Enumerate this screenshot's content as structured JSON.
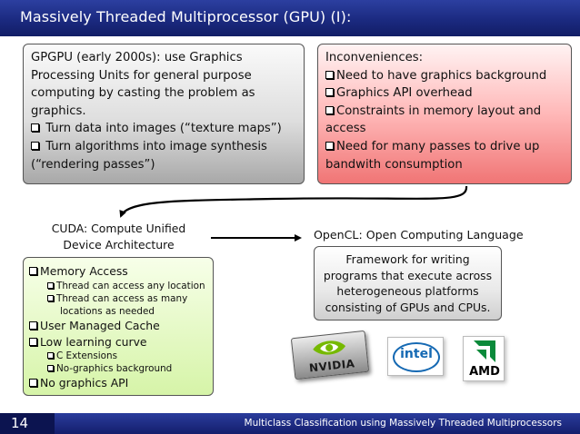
{
  "slide": {
    "title": "Massively Threaded Multiprocessor (GPU) (I):",
    "gpgpu_box": {
      "intro": "GPGPU (early 2000s): use Graphics Processing Units for general purpose computing by casting the problem as graphics.",
      "bullets": [
        "Turn data into images (“texture maps”)",
        "Turn algorithms into image synthesis (“rendering passes”)"
      ]
    },
    "inconveniences_box": {
      "heading": "Inconveniences:",
      "bullets": [
        "Need to have graphics background",
        "Graphics API overhead",
        "Constraints in memory layout and access",
        "Need for many passes to drive up bandwith consumption"
      ]
    },
    "cuda": {
      "label_line1": "CUDA: Compute Unified",
      "label_line2": "Device Architecture",
      "items": [
        {
          "text": "Memory Access",
          "sub": [
            "Thread can access any location",
            "Thread can access as many",
            "locations as needed"
          ]
        },
        {
          "text": "User Managed Cache",
          "sub": []
        },
        {
          "text": "Low learning curve",
          "sub": [
            "C Extensions",
            "No-graphics background"
          ]
        },
        {
          "text": "No graphics API",
          "sub": []
        }
      ]
    },
    "opencl": {
      "label": "OpenCL: Open Computing Language",
      "description": "Framework for writing programs that execute across heterogeneous platforms consisting of GPUs and CPUs."
    },
    "logos": {
      "nvidia": "NVIDIA",
      "intel": "intel",
      "amd": "AMD"
    },
    "footer": {
      "page_number": "14",
      "text": "Multiclass Classification using Massively Threaded Multiprocessors"
    },
    "colors": {
      "title_bar": "#1b2a80",
      "footer_bar": "#141e6c",
      "gpgpu_box": "#d0d0d0",
      "inconveniences_box": "#ff9a9a",
      "cuda_box": "#d6f4a8",
      "opencl_box": "#e9e9e9",
      "nvidia_green": "#76b900",
      "intel_blue": "#1569b3"
    }
  }
}
